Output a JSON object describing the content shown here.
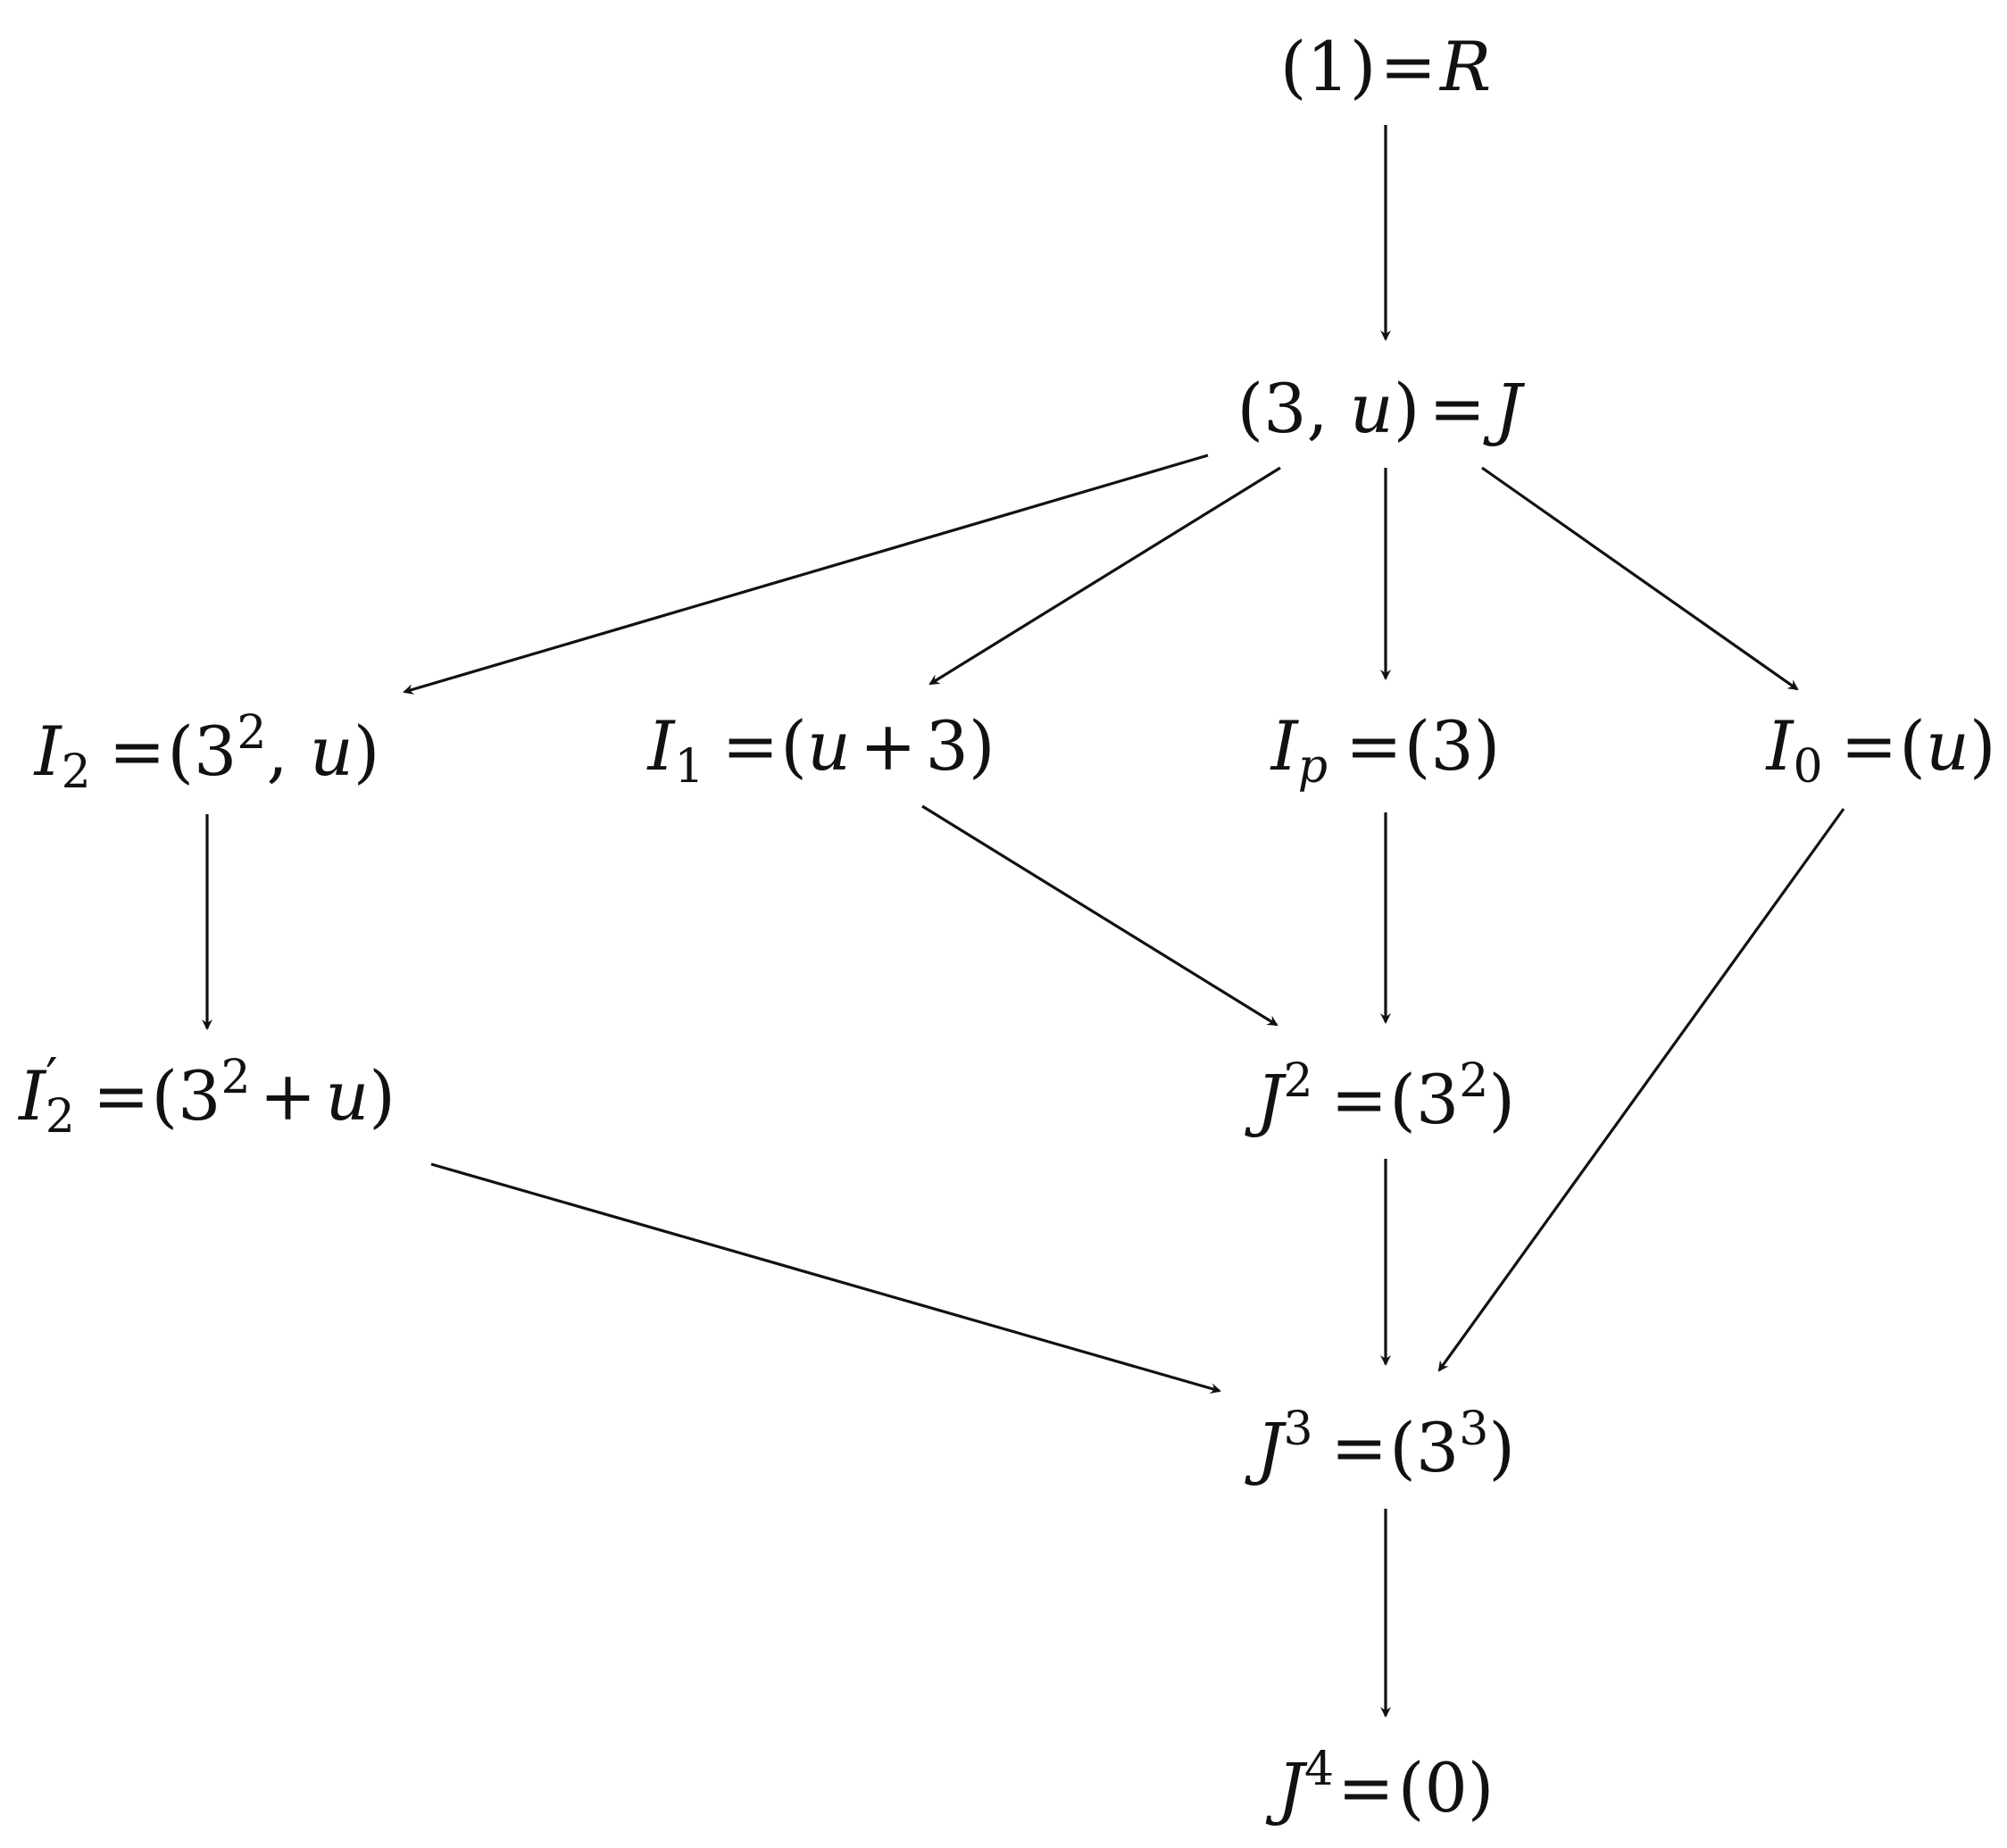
{
  "nodes": {
    "R": {
      "name": "R",
      "lhs": "(1)",
      "rel": "=",
      "rhs": "R"
    },
    "J": {
      "name": "J",
      "lhs": "(3, ",
      "lhs2": "u",
      "lhs3": ")",
      "rel": "=",
      "rhs": "J"
    },
    "I2": {
      "base": "I",
      "sub": "2",
      "rel": "=",
      "val1": "(3",
      "sup": "2",
      "val2": ", ",
      "val3": "u",
      "val4": ")"
    },
    "I1": {
      "base": "I",
      "sub": "1",
      "rel": "=",
      "val1": "(",
      "val2": "u",
      "val3": "+",
      "val4": "3)"
    },
    "Ip": {
      "base": "I",
      "sub": "p",
      "rel": "=",
      "val1": "(3)"
    },
    "I0": {
      "base": "I",
      "sub": "0",
      "rel": "=",
      "val1": "(",
      "val2": "u",
      "val3": ")"
    },
    "I2p": {
      "base": "I",
      "prime": "′",
      "sub": "2",
      "rel": "=",
      "val1": "(3",
      "sup": "2",
      "val2": "+",
      "val3": "u",
      "val4": ")"
    },
    "J2": {
      "base": "J",
      "sup": "2",
      "rel": "=",
      "val1": "(3",
      "sup2": "2",
      "val2": ")"
    },
    "J3": {
      "base": "J",
      "sup": "3",
      "rel": "=",
      "val1": "(3",
      "sup2": "3",
      "val2": ")"
    },
    "J4": {
      "base": "J",
      "sup": "4",
      "rel": "=",
      "val1": "(0)"
    }
  },
  "edges": [
    {
      "from": "R",
      "to": "J"
    },
    {
      "from": "J",
      "to": "I2"
    },
    {
      "from": "J",
      "to": "I1"
    },
    {
      "from": "J",
      "to": "Ip"
    },
    {
      "from": "J",
      "to": "I0"
    },
    {
      "from": "I2",
      "to": "I2p"
    },
    {
      "from": "I1",
      "to": "J2"
    },
    {
      "from": "Ip",
      "to": "J2"
    },
    {
      "from": "I0",
      "to": "J3"
    },
    {
      "from": "I2p",
      "to": "J3"
    },
    {
      "from": "J2",
      "to": "J3"
    },
    {
      "from": "J3",
      "to": "J4"
    }
  ]
}
